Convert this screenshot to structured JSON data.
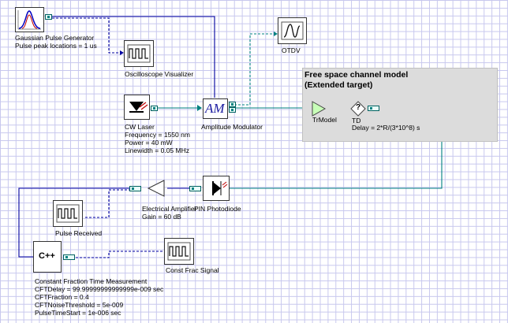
{
  "colors": {
    "optical_wire": "#008080",
    "electrical_wire": "#0000a0",
    "monitor_wire": "#0000a0",
    "grid": "#c8c8ee",
    "group_box": "#dcdcdc"
  },
  "components": {
    "gaussian": {
      "name": "Gaussian Pulse Generator",
      "param": "Pulse peak locations = 1  us",
      "icon": "gaussian-pulse-icon"
    },
    "oscilloscope": {
      "name": "Oscilloscope Visualizer",
      "icon": "oscilloscope-icon"
    },
    "otdv": {
      "name": "OTDV",
      "icon": "otdv-icon"
    },
    "cw_laser": {
      "name": "CW Laser",
      "params": [
        "Frequency = 1550  nm",
        "Power = 40  mW",
        "Linewidth = 0.05  MHz"
      ],
      "icon": "laser-icon"
    },
    "am": {
      "name": "Amplitude Modulator",
      "symbol": "AM"
    },
    "channel_group": {
      "title": "Free space channel model\n(Extended target)"
    },
    "trmodel": {
      "name": "TrModel",
      "icon": "triangle-amp-icon"
    },
    "td": {
      "name": "TD",
      "param": "Delay = 2*R/(3*10^8)  s",
      "symbol": "?"
    },
    "pin": {
      "name": "PIN Photodiode",
      "icon": "photodiode-icon"
    },
    "elec_amp": {
      "name": "Electrical Amplifier",
      "param": "Gain = 60  dB",
      "icon": "amplifier-icon"
    },
    "pulse_received": {
      "name": "Pulse Received",
      "icon": "oscilloscope-icon"
    },
    "cft": {
      "name": "Constant Fraction Time Measurement",
      "symbol": "C++",
      "params": [
        "CFTDelay = 99.99999999999999e-009  sec",
        "CFTFraction = 0.4",
        "CFTNoiseThreshold = 5e-009",
        "PulseTimeStart = 1e-006  sec"
      ]
    },
    "const_frac": {
      "name": "Const Frac Signal",
      "icon": "oscilloscope-icon"
    }
  }
}
